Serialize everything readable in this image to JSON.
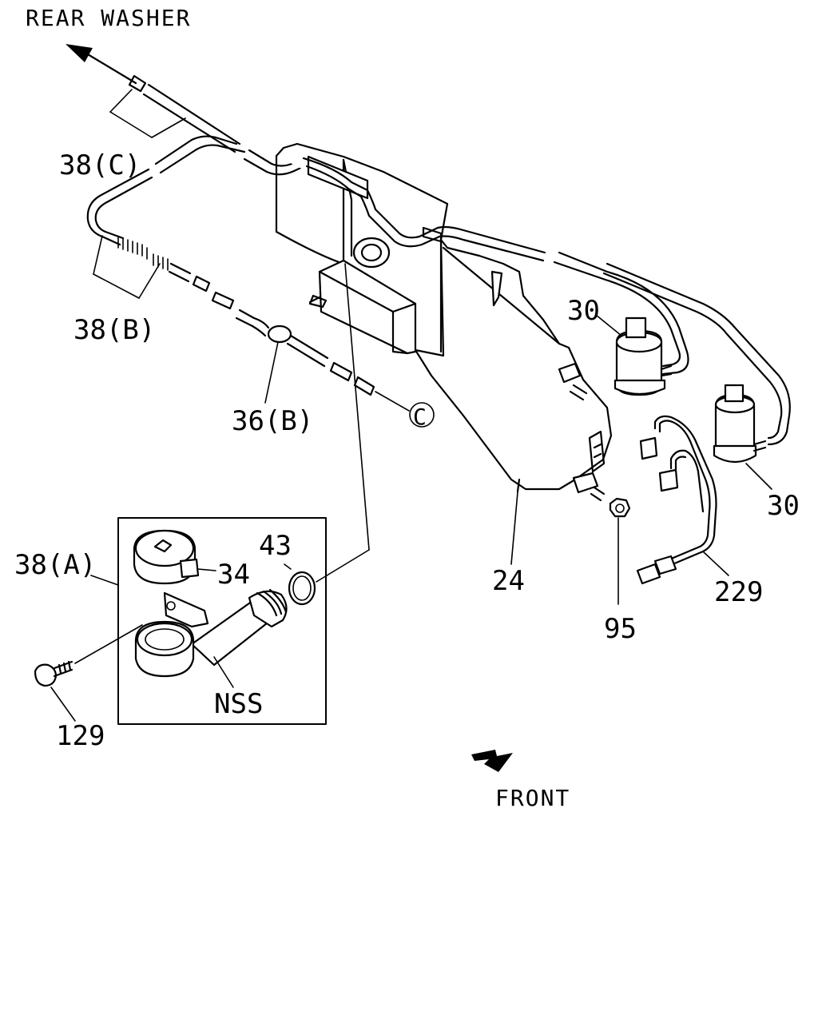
{
  "labels": {
    "rear_washer": "REAR WASHER",
    "front": "FRONT",
    "p38c": "38(C)",
    "p38b": "38(B)",
    "p36b": "36(B)",
    "p38a": "38(A)",
    "p34": "34",
    "p43": "43",
    "p129": "129",
    "nss": "NSS",
    "p24": "24",
    "p30_upper": "30",
    "p30_lower": "30",
    "p95": "95",
    "p229": "229",
    "circle_c": "C"
  }
}
